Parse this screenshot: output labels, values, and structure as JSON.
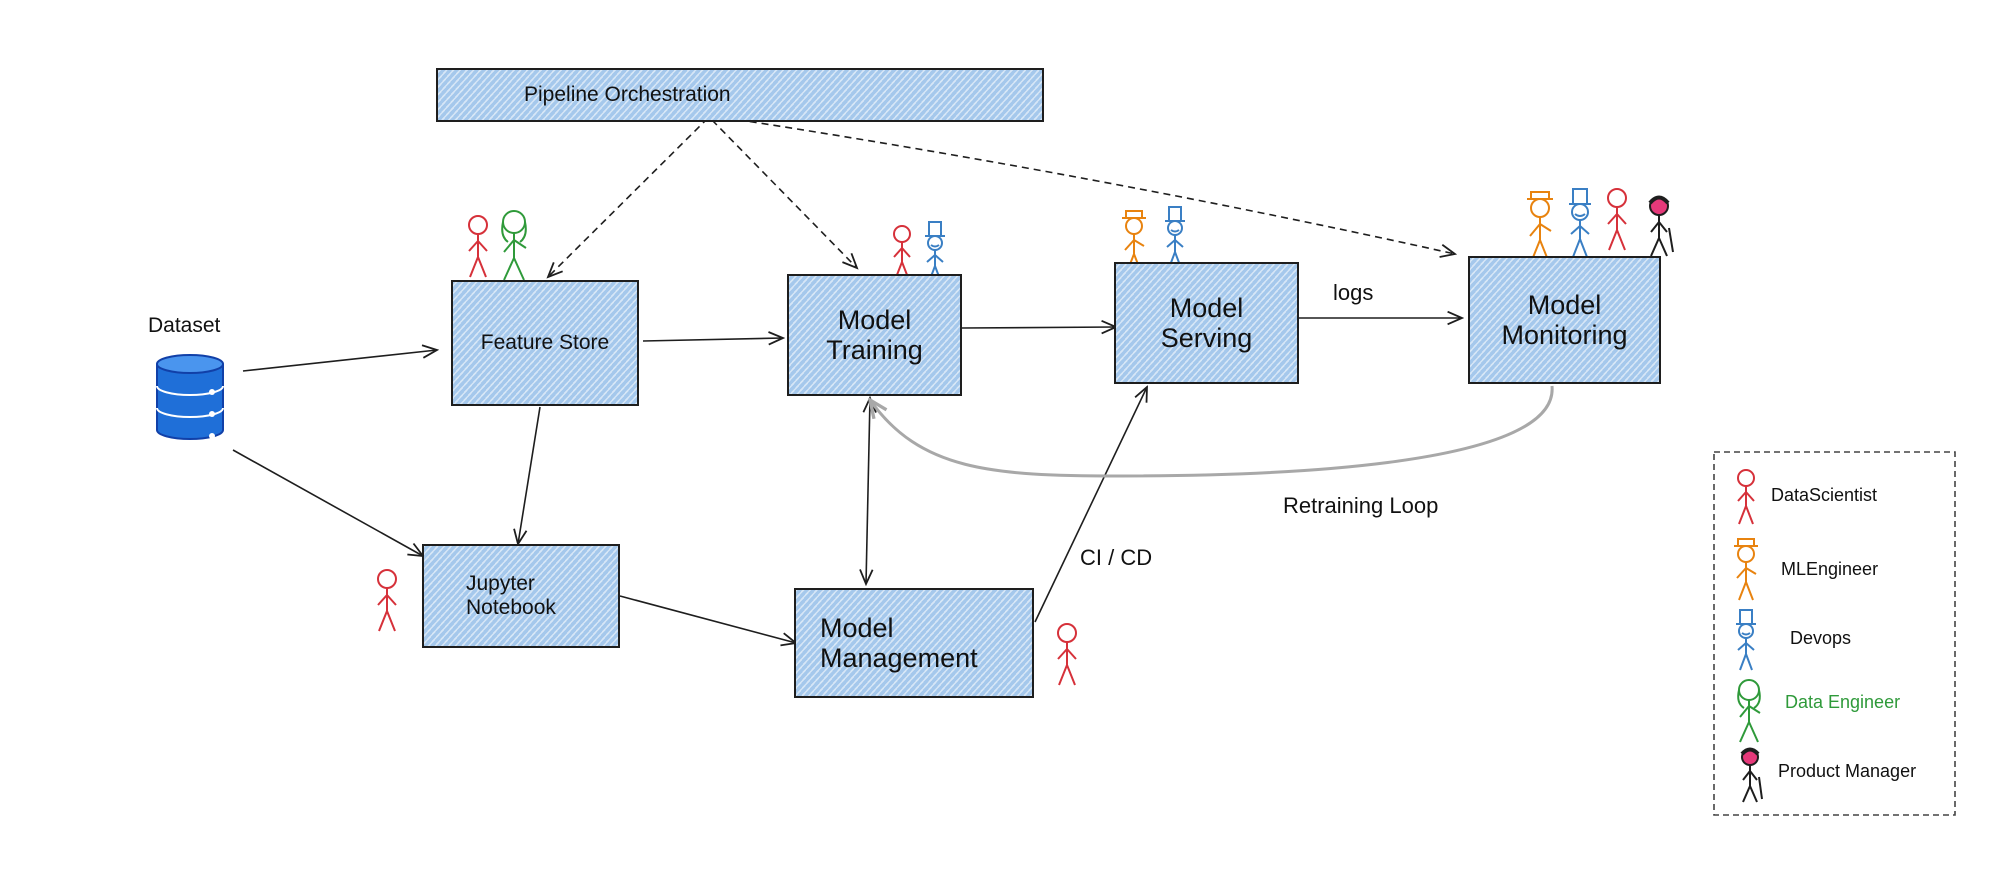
{
  "nodes": {
    "pipeline_orchestration": "Pipeline Orchestration",
    "feature_store": "Feature Store",
    "model_training": [
      "Model",
      "Training"
    ],
    "model_serving": [
      "Model",
      "Serving"
    ],
    "model_monitoring": [
      "Model",
      "Monitoring"
    ],
    "jupyter_notebook": [
      "Jupyter",
      "Notebook"
    ],
    "model_management": [
      "Model",
      "Management"
    ]
  },
  "labels": {
    "dataset": "Dataset",
    "logs": "logs",
    "retraining_loop": "Retraining Loop",
    "ci_cd": "CI / CD"
  },
  "legend": {
    "items": [
      {
        "label": "DataScientist",
        "color": "#d6313a",
        "icon": "data-scientist-icon"
      },
      {
        "label": "MLEngineer",
        "color": "#e8830f",
        "icon": "ml-engineer-icon"
      },
      {
        "label": "Devops",
        "color": "#3a7fc4",
        "icon": "devops-icon"
      },
      {
        "label": "Data Engineer",
        "color": "#2f9a3a",
        "icon": "data-engineer-icon"
      },
      {
        "label": "Product Manager",
        "color": "#1e1e1e",
        "icon": "product-manager-icon"
      }
    ]
  },
  "colors": {
    "box_fill": "#a5c8ec",
    "database": "#1f6fd8",
    "retraining_arrow": "#a8a8a8",
    "data_engineer_text": "#2f9a3a"
  }
}
